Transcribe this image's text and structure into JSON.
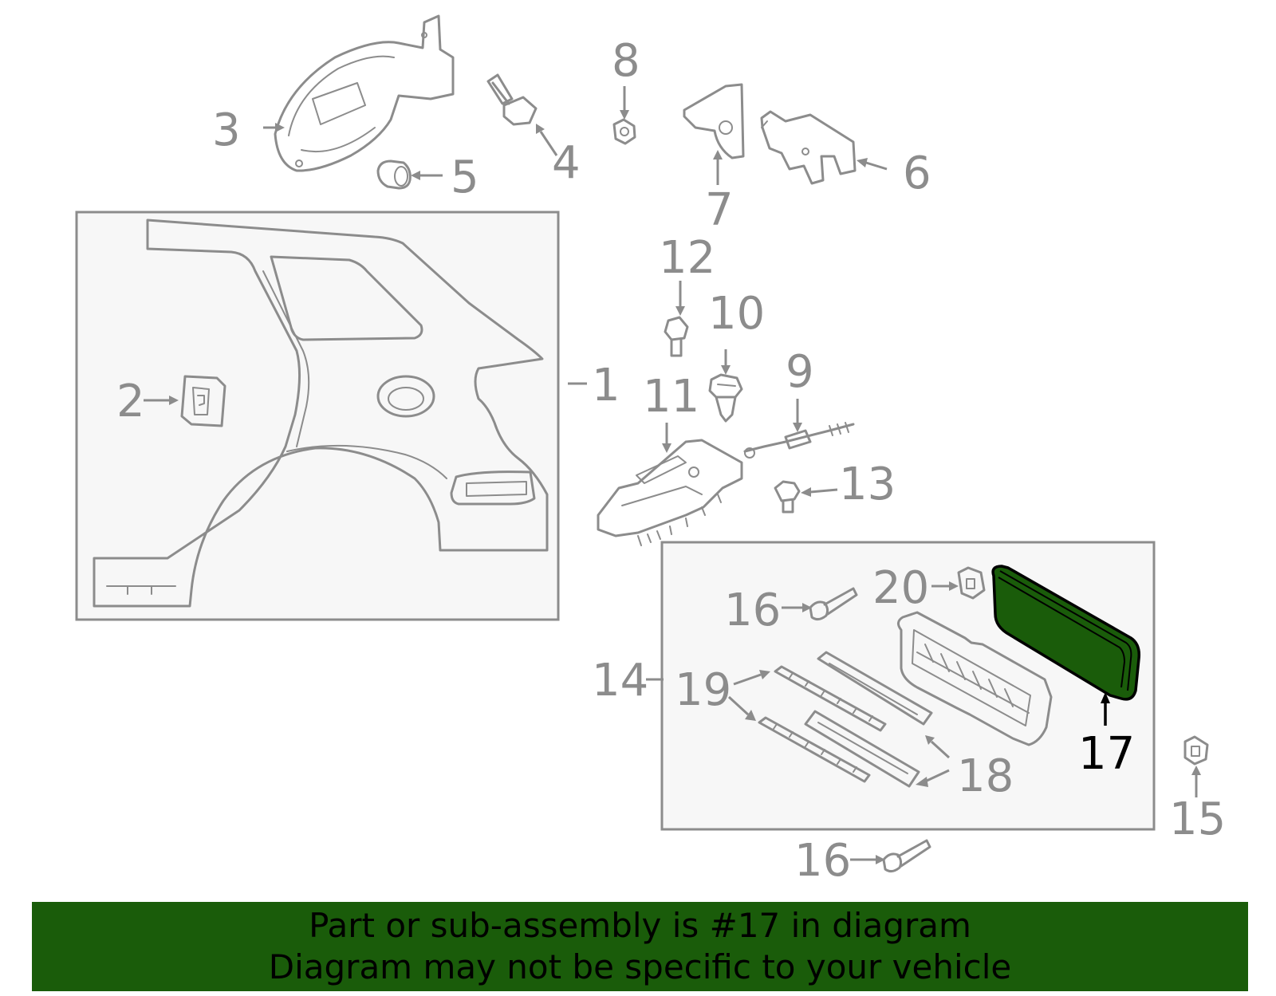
{
  "diagram": {
    "callouts": [
      "1",
      "2",
      "3",
      "4",
      "5",
      "6",
      "7",
      "8",
      "9",
      "10",
      "11",
      "12",
      "13",
      "14",
      "15",
      "16",
      "16",
      "17",
      "18",
      "19",
      "20"
    ],
    "highlighted_part": "17",
    "highlight_color": "#1a5c0a",
    "label_color": "#8c8c8c"
  },
  "banner": {
    "line1": "Part or sub-assembly is #17 in diagram",
    "line2": "Diagram may not be specific to your vehicle",
    "background": "#1a5c0a"
  }
}
